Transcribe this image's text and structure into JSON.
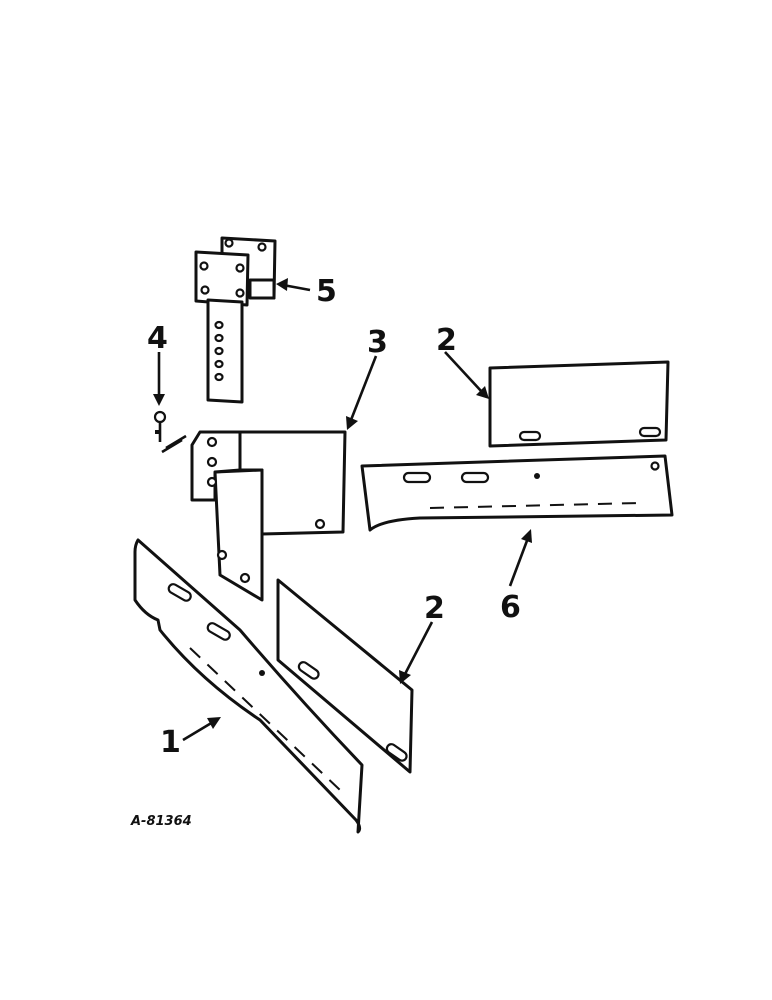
{
  "callouts": {
    "c1": "1",
    "c2a": "2",
    "c2b": "2",
    "c3": "3",
    "c4": "4",
    "c5": "5",
    "c6": "6"
  },
  "reference_code": "A-81364"
}
